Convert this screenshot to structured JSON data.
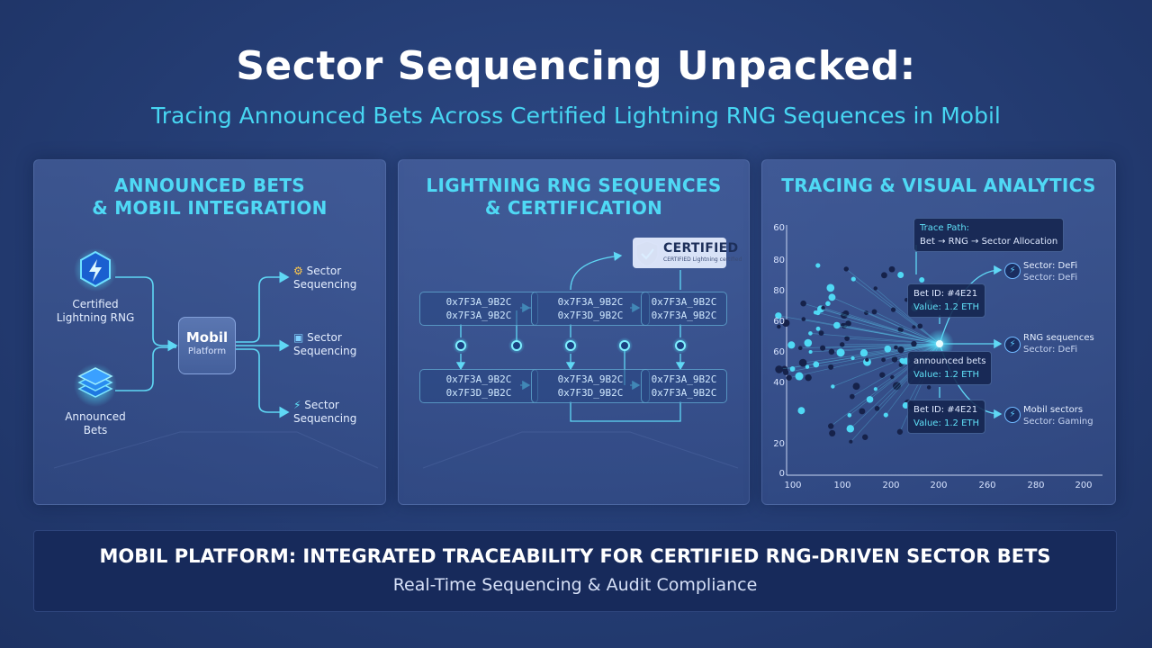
{
  "header": {
    "title": "Sector Sequencing Unpacked:",
    "subtitle": "Tracing Announced Bets Across Certified Lightning RNG Sequences in Mobil"
  },
  "panel1": {
    "title_line1": "ANNOUNCED BETS",
    "title_line2": "& MOBIL INTEGRATION",
    "source_rng_line1": "Certified",
    "source_rng_line2": "Lightning RNG",
    "source_bets_line1": "Announced",
    "source_bets_line2": "Bets",
    "platform_line1": "Mobil",
    "platform_line2": "Platform",
    "outputs": [
      {
        "line1": "Sector",
        "line2": "Sequencing",
        "icon": "chip-icon"
      },
      {
        "line1": "Sector",
        "line2": "Sequencing",
        "icon": "calendar-icon"
      },
      {
        "line1": "Sector",
        "line2": "Sequencing",
        "icon": "lightning-icon"
      }
    ]
  },
  "panel2": {
    "title_line1": "LIGHTNING RNG SEQUENCES",
    "title_line2": "& CERTIFICATION",
    "certified_label": "CERTIFIED",
    "certified_sub": "CERTIFIED Lightning certified",
    "top_boxes": [
      {
        "line1": "0x7F3A_9B2C",
        "line2": "0x7F3A_9B2C"
      },
      {
        "line1": "0x7F3A_9B2C",
        "line2": "0x7F3D_9B2C"
      },
      {
        "line1": "0x7F3A_9B2C",
        "line2": "0x7F3A_9B2C"
      }
    ],
    "bottom_boxes": [
      {
        "line1": "0x7F3A_9B2C",
        "line2": "0x7F3D_9B2C"
      },
      {
        "line1": "0x7F3A_9B2C",
        "line2": "0x7F3D_9B2C"
      },
      {
        "line1": "0x7F3A_9B2C",
        "line2": "0x7F3A_9B2C"
      }
    ]
  },
  "panel3": {
    "title": "TRACING & VISUAL ANALYTICS",
    "trace_title": "Trace Path:",
    "trace_path": "Bet → RNG → Sector Allocation",
    "tooltip1_line1": "Bet ID: #4E21",
    "tooltip1_line2": "Value: 1.2 ETH",
    "tooltip2_line1": "announced bets",
    "tooltip2_line2": "Value: 1.2 ETH",
    "tooltip3_line1": "Bet ID: #4E21",
    "tooltip3_line2": "Value: 1.2 ETH",
    "y_ticks": [
      "60",
      "80",
      "80",
      "60",
      "60",
      "40",
      "20",
      "0"
    ],
    "x_ticks": [
      "100",
      "100",
      "200",
      "200",
      "260",
      "280",
      "200"
    ],
    "results": [
      {
        "line1": "Sector: DeFi",
        "line2": "Sector: DeFi"
      },
      {
        "line1": "RNG sequences",
        "line2": "Sector: DeFi"
      },
      {
        "line1": "Mobil sectors",
        "line2": "Sector: Gaming"
      }
    ]
  },
  "footer": {
    "title": "MOBIL PLATFORM: INTEGRATED TRACEABILITY FOR CERTIFIED RNG-DRIVEN SECTOR BETS",
    "subtitle": "Real-Time Sequencing & Audit Compliance"
  },
  "colors": {
    "accent": "#47d6f2",
    "background": "#263f77",
    "footer": "#172a5b",
    "node_dark": "#1a2550"
  }
}
